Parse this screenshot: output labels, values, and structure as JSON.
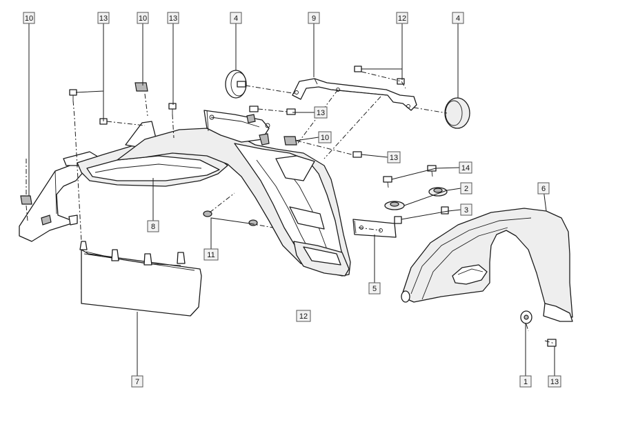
{
  "callouts": [
    {
      "id": "c-10-left",
      "label": "10"
    },
    {
      "id": "c-13-a",
      "label": "13"
    },
    {
      "id": "c-10-b",
      "label": "10"
    },
    {
      "id": "c-13-b",
      "label": "13"
    },
    {
      "id": "c-4-left",
      "label": "4"
    },
    {
      "id": "c-9",
      "label": "9"
    },
    {
      "id": "c-12-top",
      "label": "12"
    },
    {
      "id": "c-4-right",
      "label": "4"
    },
    {
      "id": "c-13-c",
      "label": "13"
    },
    {
      "id": "c-10-c",
      "label": "10"
    },
    {
      "id": "c-13-d",
      "label": "13"
    },
    {
      "id": "c-14",
      "label": "14"
    },
    {
      "id": "c-2",
      "label": "2"
    },
    {
      "id": "c-3",
      "label": "3"
    },
    {
      "id": "c-6",
      "label": "6"
    },
    {
      "id": "c-8",
      "label": "8"
    },
    {
      "id": "c-11",
      "label": "11"
    },
    {
      "id": "c-5",
      "label": "5"
    },
    {
      "id": "c-12-mid",
      "label": "12"
    },
    {
      "id": "c-7",
      "label": "7"
    },
    {
      "id": "c-1",
      "label": "1"
    },
    {
      "id": "c-13-e",
      "label": "13"
    }
  ]
}
